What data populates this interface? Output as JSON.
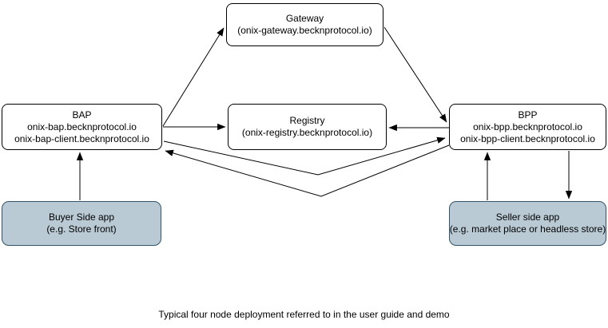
{
  "diagram": {
    "caption": "Typical four node deployment referred to in the user guide and demo",
    "nodes": {
      "gateway": {
        "title": "Gateway",
        "subtitle": "(onix-gateway.becknprotocol.io)"
      },
      "bap": {
        "title": "BAP",
        "line2": "onix-bap.becknprotocol.io",
        "line3": "onix-bap-client.becknprotocol.io"
      },
      "registry": {
        "title": "Registry",
        "subtitle": "(onix-registry.becknprotocol.io)"
      },
      "bpp": {
        "title": "BPP",
        "line2": "onix-bpp.becknprotocol.io",
        "line3": "onix-bpp-client.becknprotocol.io"
      },
      "buyer_app": {
        "title": "Buyer Side app",
        "subtitle": "(e.g. Store front)"
      },
      "seller_app": {
        "title": "Seller side app",
        "subtitle": "(e.g. market place or headless store)"
      }
    },
    "connections": [
      "bap -> gateway",
      "gateway -> bpp",
      "bap -> registry",
      "bpp -> registry",
      "bap -> bpp",
      "bpp -> bap",
      "buyer_app -> bap",
      "seller_app -> bpp",
      "bpp -> seller_app"
    ],
    "colors": {
      "node_fill": "#ffffff",
      "node_border": "#000000",
      "app_fill": "#b9cad4",
      "app_border": "#32536a",
      "connector": "#000000",
      "text": "#000000"
    }
  }
}
